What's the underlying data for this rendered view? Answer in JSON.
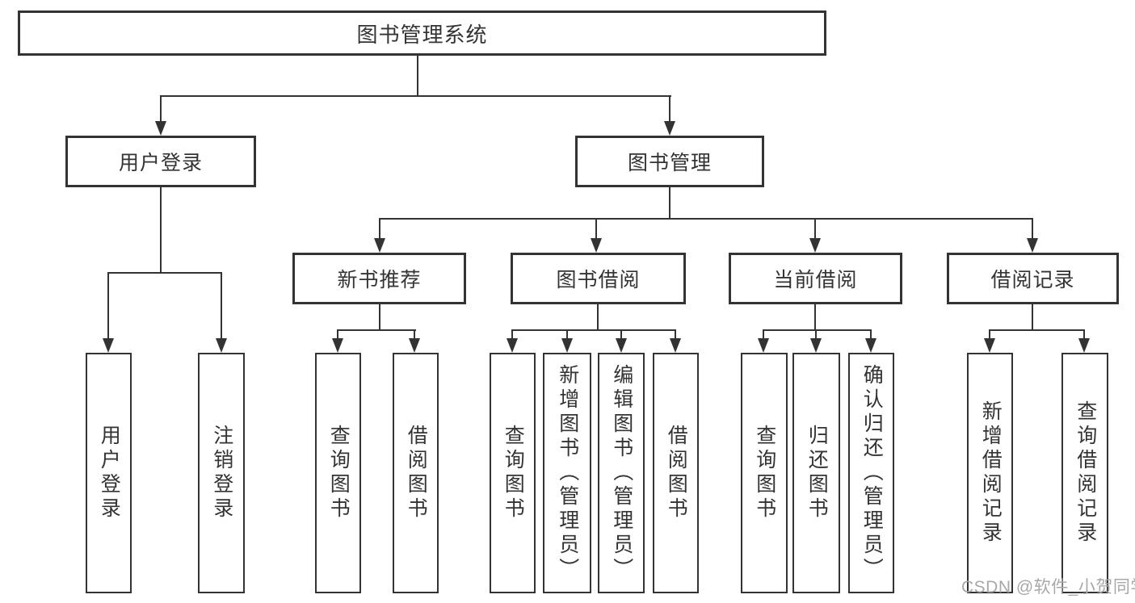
{
  "title": "图书管理系统",
  "level2": {
    "user_login": "用户登录",
    "book_management": "图书管理"
  },
  "level3": {
    "new_book_recommend": "新书推荐",
    "book_borrow": "图书借阅",
    "current_borrow": "当前借阅",
    "borrow_records": "借阅记录"
  },
  "leaves": {
    "user_login": "用户登录",
    "logout": "注销登录",
    "query_books_1": "查询图书",
    "borrow_books_1": "借阅图书",
    "query_books_2": "查询图书",
    "add_books_admin": "新增图书（管理员）",
    "edit_books_admin": "编辑图书（管理员）",
    "borrow_books_2": "借阅图书",
    "query_books_3": "查询图书",
    "return_books": "归还图书",
    "confirm_return_admin": "确认归还（管理员）",
    "add_borrow_record": "新增借阅记录",
    "query_borrow_record": "查询借阅记录"
  },
  "watermark": "CSDN @软件_小贺同学",
  "colors": {
    "line": "#333333",
    "text": "#333333",
    "box_background": "#ffffff",
    "watermark": "#a8a8a8"
  }
}
